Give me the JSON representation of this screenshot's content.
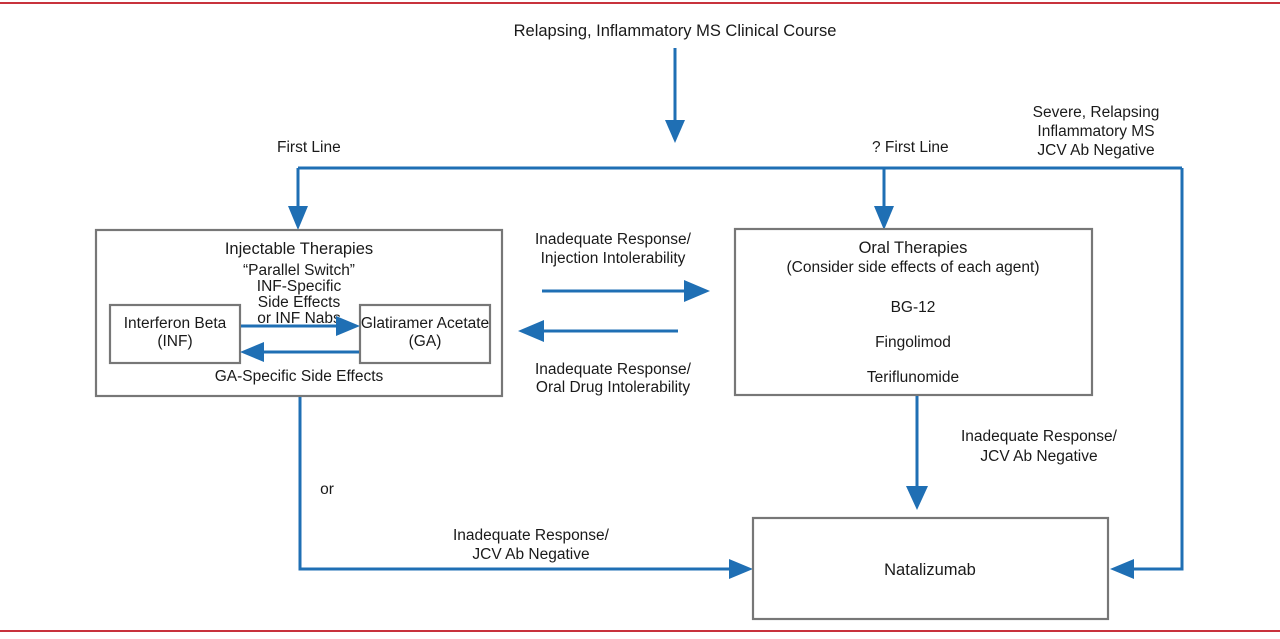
{
  "figure": {
    "type": "flowchart",
    "title": "Relapsing, Inflammatory MS Clinical Course",
    "accent_color": "#1f6fb4",
    "box_border_color": "#777777",
    "rule_color": "#c8323c",
    "text_color": "#1a1a1a"
  },
  "entry": {
    "label": "Relapsing, Inflammatory MS Clinical Course"
  },
  "branch_labels": {
    "first_line": "First Line",
    "question_first_line": "? First Line",
    "severe_line1": "Severe, Relapsing",
    "severe_line2": "Inflammatory MS",
    "severe_line3": "JCV Ab Negative"
  },
  "injectable_box": {
    "title": "Injectable Therapies",
    "switch_line1": "“Parallel Switch”",
    "switch_line2": "INF-Specific",
    "switch_line3": "Side Effects",
    "switch_line4": "or INF Nabs",
    "footer": "GA-Specific Side Effects",
    "drug_left_line1": "Interferon Beta",
    "drug_left_line2": "(INF)",
    "drug_right_line1": "Glatiramer Acetate",
    "drug_right_line2": "(GA)"
  },
  "oral_box": {
    "title": "Oral Therapies",
    "subtitle": "(Consider side effects of each agent)",
    "agents": [
      "BG-12",
      "Fingolimod",
      "Teriflunomide"
    ]
  },
  "natalizumab_box": {
    "label": "Natalizumab"
  },
  "edge_labels": {
    "inject_to_oral_line1": "Inadequate Response/",
    "inject_to_oral_line2": "Injection Intolerability",
    "oral_to_inject_line1": "Inadequate Response/",
    "oral_to_inject_line2": "Oral Drug Intolerability",
    "oral_to_natalizumab_line1": "Inadequate Response/",
    "oral_to_natalizumab_line2": "JCV Ab Negative",
    "inject_to_natalizumab_line1": "Inadequate Response/",
    "inject_to_natalizumab_line2": "JCV Ab Negative",
    "or_label": "or"
  }
}
